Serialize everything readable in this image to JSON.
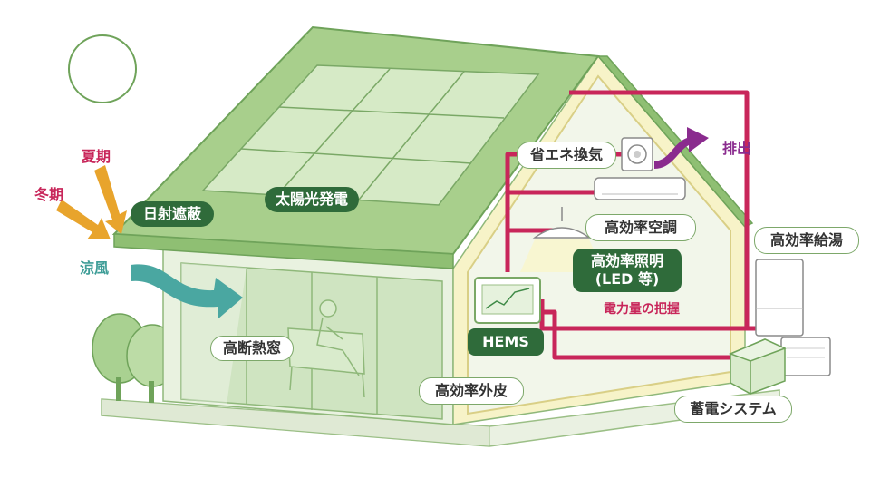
{
  "colors": {
    "roof": "#a6cf8a",
    "roof_edge": "#6fa35a",
    "solar_panel": "#cfe6bd",
    "wall_light": "#eef5e6",
    "wall_front": "#e4efdb",
    "glass": "#c9e0bb",
    "wall_trim": "#f5efb0",
    "wiring": "#c8265a",
    "exhaust_arrow": "#8a2b8e",
    "sun_arrow": "#e8a42c",
    "wind_arrow": "#4aa7a1",
    "dark_label": "#2f6b3a",
    "text_season": "#c8265a",
    "text_wind": "#3e9d97"
  },
  "labels": {
    "summer": "夏期",
    "winter": "冬期",
    "cool_breeze": "涼風",
    "solar_shading": "日射遮蔽",
    "solar_power": "太陽光発電",
    "insulated_window": "高断熱窓",
    "efficient_envelope": "高効率外皮",
    "energy_saving_ventilation": "省エネ換気",
    "exhaust": "排出",
    "efficient_ac": "高効率空調",
    "efficient_lighting_line1": "高効率照明",
    "efficient_lighting_line2": "(LED 等)",
    "power_monitoring": "電力量の把握",
    "hems": "HEMS",
    "efficient_water_heater": "高効率給湯",
    "storage_system": "蓄電システム"
  },
  "icons": [
    "sun-icon",
    "solar-panel-icon",
    "fan-icon",
    "air-conditioner-icon",
    "ceiling-lamp-icon",
    "hems-monitor-icon",
    "water-heater-icon",
    "battery-icon",
    "tree-icon",
    "person-on-sofa-icon"
  ]
}
